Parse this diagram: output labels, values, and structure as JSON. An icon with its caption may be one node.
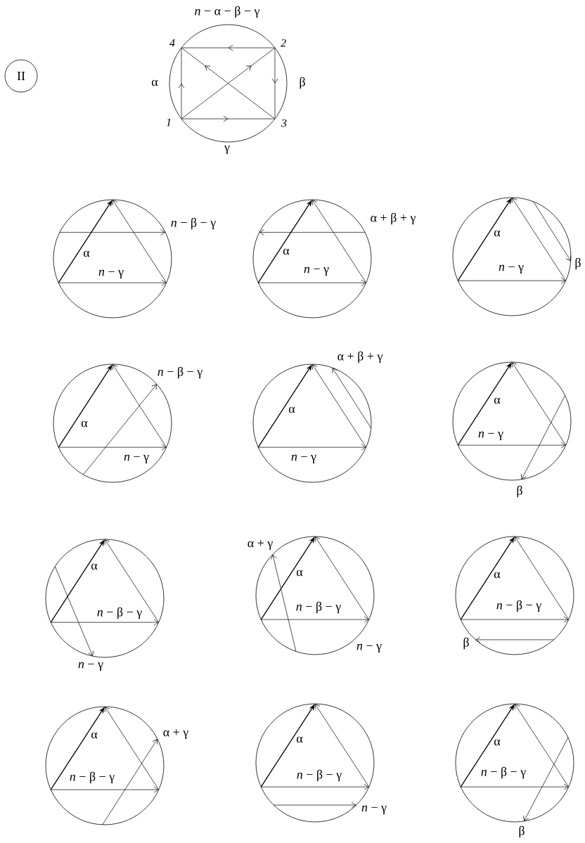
{
  "diagram": {
    "nodes": [
      {
        "text": [
          "II"
        ]
      },
      {
        "text": [],
        "shape": "circle"
      },
      {
        "text": [
          "4"
        ],
        "in": 1
      },
      {
        "text": [
          "2"
        ],
        "in": 1
      },
      {
        "text": [
          "1"
        ],
        "in": 1
      },
      {
        "text": [
          "3"
        ],
        "in": 1
      },
      {
        "text": [],
        "shape": "circle"
      },
      {
        "text": [],
        "shape": "circle"
      },
      {
        "text": [],
        "shape": "circle"
      },
      {
        "text": [],
        "shape": "circle"
      },
      {
        "text": [],
        "shape": "circle"
      },
      {
        "text": [],
        "shape": "circle"
      },
      {
        "text": [],
        "shape": "circle"
      },
      {
        "text": [],
        "shape": "circle"
      },
      {
        "text": [],
        "shape": "circle"
      },
      {
        "text": [],
        "shape": "circle"
      },
      {
        "text": [],
        "shape": "circle"
      },
      {
        "text": [],
        "shape": "circle"
      }
    ],
    "edges": [
      {
        "from": 3,
        "to": 2,
        "arrow": "to"
      },
      {
        "from": 4,
        "to": 2,
        "arrow": "to"
      },
      {
        "from": 4,
        "to": 3,
        "arrow": "to"
      },
      {
        "from": 5,
        "to": 2,
        "arrow": "to"
      },
      {
        "from": 3,
        "to": 5,
        "arrow": "to"
      },
      {
        "from": 4,
        "to": 5,
        "arrow": "to"
      }
    ],
    "labels": [
      "*n* − α − β − γ",
      "α",
      "β",
      "γ",
      "*n* − β − γ",
      "α",
      "*n* − γ",
      "α + β + γ",
      "α",
      "*n* − γ",
      "α",
      "β",
      "*n* − γ",
      "*n* − β − γ",
      "α",
      "*n* − γ",
      "α + β + γ",
      "α",
      "*n* − γ",
      "α",
      "*n* − γ",
      "β",
      "α",
      "*n* − β − γ",
      "*n* − γ",
      "α + γ",
      "α",
      "*n* − β − γ",
      "*n* − γ",
      "α",
      "*n* − β − γ",
      "β",
      "α",
      "α + γ",
      "*n* − β − γ",
      "α",
      "*n* − β − γ",
      "*n* − γ",
      "α",
      "*n* − β − γ",
      "β"
    ]
  }
}
